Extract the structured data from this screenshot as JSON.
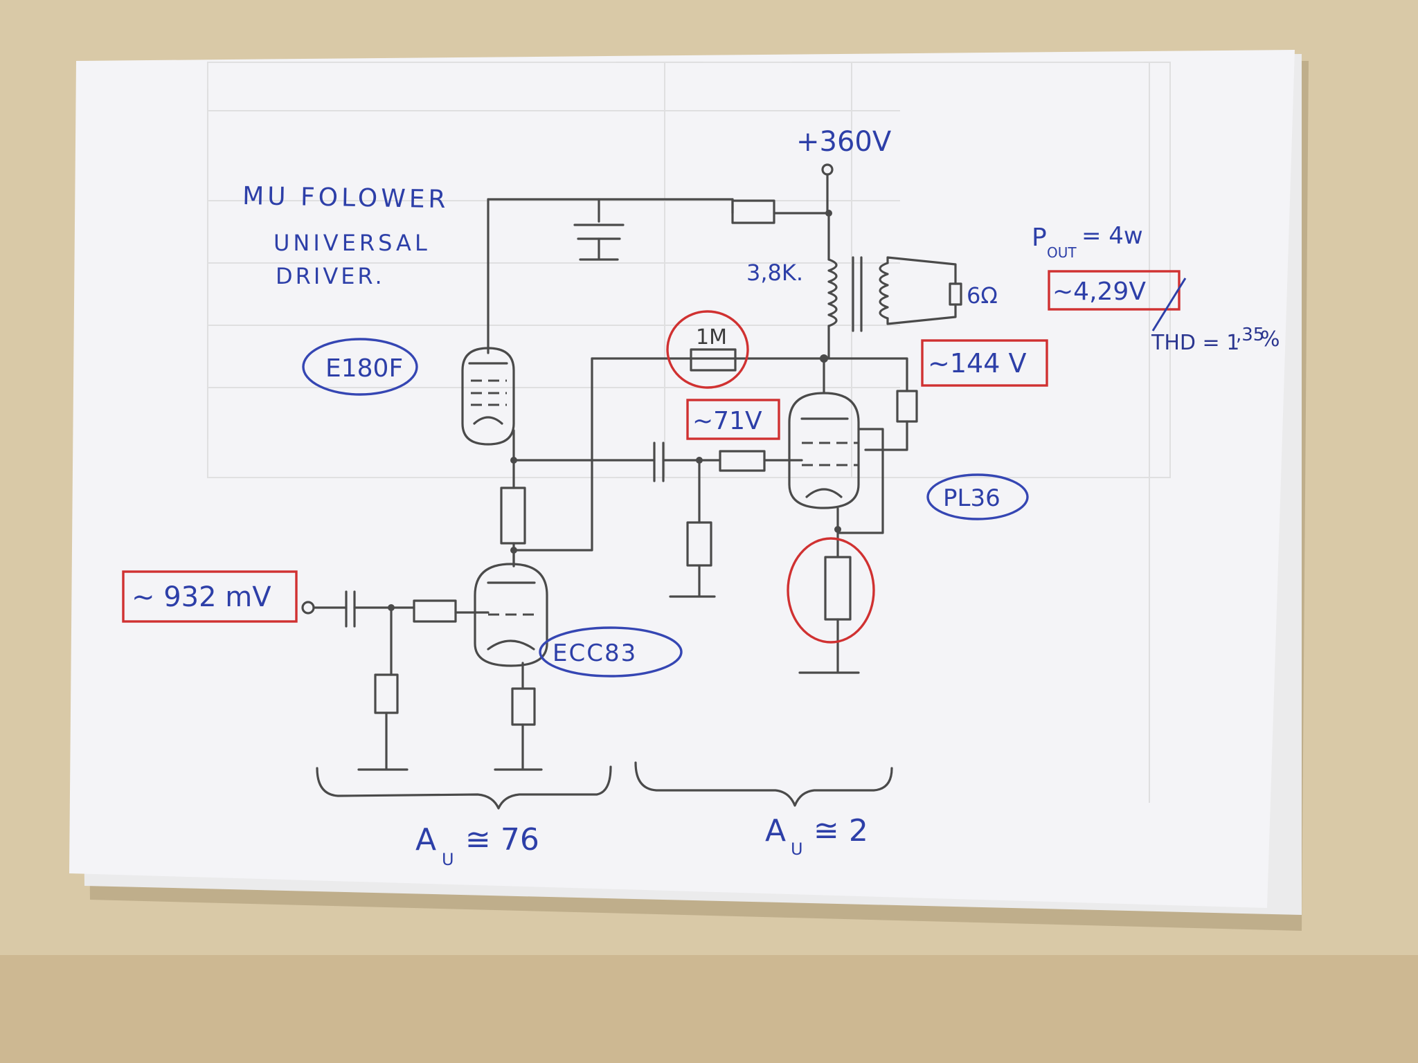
{
  "title": {
    "line1": "MU FOLOWER",
    "line2": "UNIVERSAL",
    "line3": "DRIVER."
  },
  "tubes": {
    "driver_follower": "E180F",
    "input_triode": "ECC83",
    "output_pentode": "PL36"
  },
  "supply": {
    "voltage": "+360V"
  },
  "components": {
    "plate_load": "3,8K.",
    "speaker": "6Ω",
    "feedback_resistor": "1M"
  },
  "measurements": {
    "input_voltage": "~ 932 mV",
    "grid_voltage": "~71V",
    "plate_voltage": "~144 V",
    "output_voltage": "~4,29V"
  },
  "specs": {
    "power_out": "P",
    "power_out_sub": "OUT",
    "power_out_value": "= 4w",
    "thd_prefix": "THD = 1",
    "thd_decimal": ",35",
    "thd_unit": "%"
  },
  "gains": {
    "stage1_symbol": "A",
    "stage1_sub": "U",
    "stage1_value": "≅ 76",
    "stage2_symbol": "A",
    "stage2_sub": "U",
    "stage2_value": "≅ 2"
  },
  "colors": {
    "blue_ink": "#2d3fa8",
    "red_ink": "#d03131",
    "pencil": "#4a4a4a"
  }
}
